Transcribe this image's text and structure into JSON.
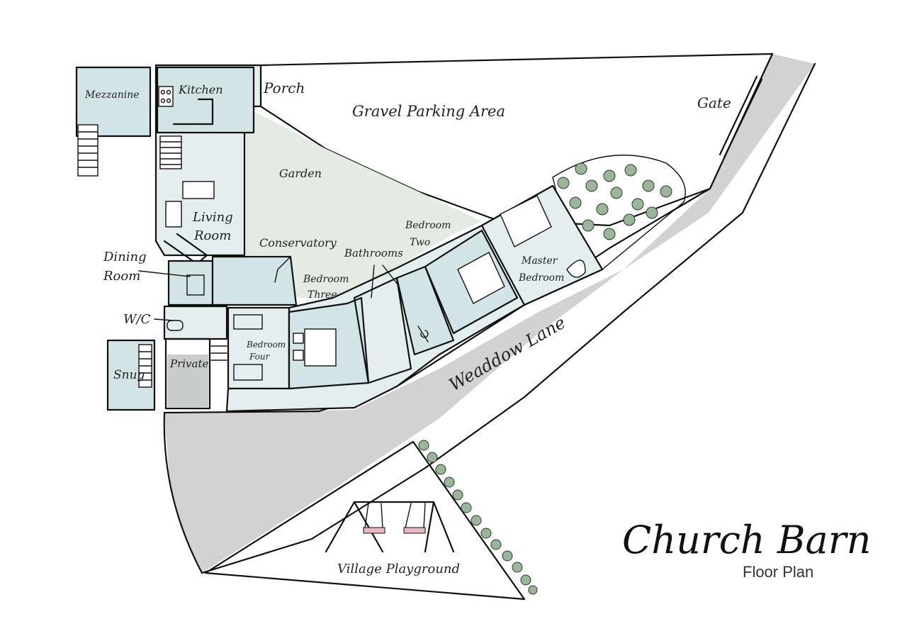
{
  "title": "Church Barn",
  "subtitle": "Floor Plan",
  "areas": {
    "parking": "Gravel Parking Area",
    "gate": "Gate",
    "garden": "Garden",
    "lane": "Weaddow Lane",
    "playground": "Village Playground"
  },
  "rooms": {
    "mezzanine": "Mezzanine",
    "kitchen": "Kitchen",
    "porch": "Porch",
    "living_line1": "Living",
    "living_line2": "Room",
    "dining_line1": "Dining",
    "dining_line2": "Room",
    "conservatory": "Conservatory",
    "wc": "W/C",
    "snug": "Snug",
    "private": "Private",
    "bedroom_four_line1": "Bedroom",
    "bedroom_four_line2": "Four",
    "bedroom_three_line1": "Bedroom",
    "bedroom_three_line2": "Three",
    "bathrooms": "Bathrooms",
    "bedroom_two_line1": "Bedroom",
    "bedroom_two_line2": "Two",
    "master_line1": "Master",
    "master_line2": "Bedroom"
  },
  "colors": {
    "parking": "#f0efec",
    "garden": "#e3ebe3",
    "lane": "#d2d2d2",
    "playground": "#c7dcc9",
    "rooms": "#d3e4e6",
    "trees": "#9ab59a",
    "swing_seats": "#e8b9c3"
  }
}
